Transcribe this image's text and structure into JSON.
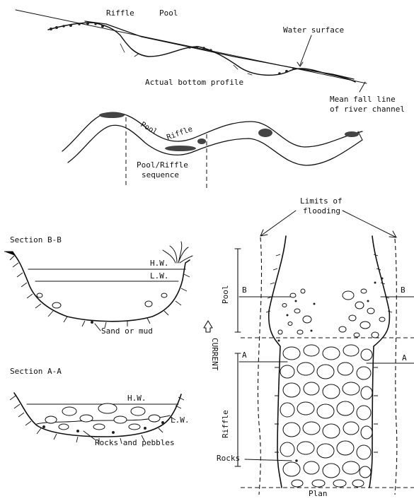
{
  "profile": {
    "riffle": "Riffle",
    "pool": "Pool",
    "water_surface": "Water surface",
    "actual_bottom": "Actual bottom profile",
    "mean_fall_line_1": "Mean fall line",
    "mean_fall_line_2": "of river channel"
  },
  "meander": {
    "pool": "Pool",
    "riffle": "Riffle",
    "sequence_1": "Pool/Riffle",
    "sequence_2": "sequence"
  },
  "section_bb": {
    "title": "Section  B-B",
    "hw": "H.W.",
    "lw": "L.W.",
    "bed": "Sand or mud"
  },
  "section_aa": {
    "title": "Section  A-A",
    "hw": "H.W.",
    "lw": "L.W.",
    "bed": "Rocks and pebbles"
  },
  "plan": {
    "limits_1": "Limits of",
    "limits_2": "flooding",
    "pool": "Pool",
    "riffle": "Riffle",
    "current": "CURRENT",
    "b_left": "B",
    "b_right": "B",
    "a_left": "A",
    "a_right": "A",
    "rocks": "Rocks",
    "caption": "Plan"
  }
}
